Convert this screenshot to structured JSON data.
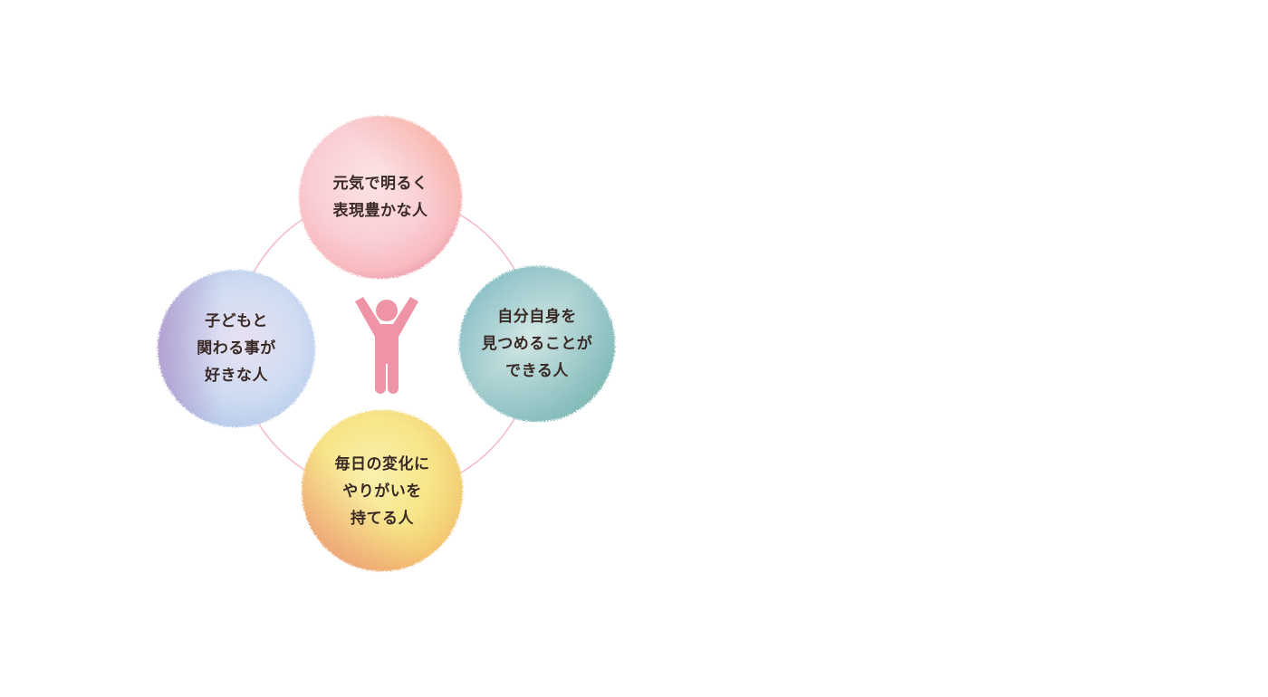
{
  "center_icon": "person-arms-raised-icon",
  "colors": {
    "ring": "#f4b9c8",
    "person": "#ee94a6",
    "text": "#3a2a26",
    "top": [
      "#f9c9d1",
      "#fbe0e2",
      "#f7a78f",
      "#e78aa1"
    ],
    "right": [
      "#a8cfcf",
      "#cfe5e2",
      "#5aa8b8",
      "#6fb7a2"
    ],
    "bottom": [
      "#f6e27a",
      "#f9efa6",
      "#f2b45a",
      "#e87a6a"
    ],
    "left": [
      "#c9d8f0",
      "#e6ddf0",
      "#a98ac6",
      "#6a9fd8"
    ]
  },
  "bubbles": {
    "top": {
      "lines": [
        "元気で明るく",
        "表現豊かな人"
      ]
    },
    "right": {
      "lines": [
        "自分自身を",
        "見つめることが",
        "できる人"
      ]
    },
    "bottom": {
      "lines": [
        "毎日の変化に",
        "やりがいを",
        "持てる人"
      ]
    },
    "left": {
      "lines": [
        "子どもと",
        "関わる事が",
        "好きな人"
      ]
    }
  }
}
